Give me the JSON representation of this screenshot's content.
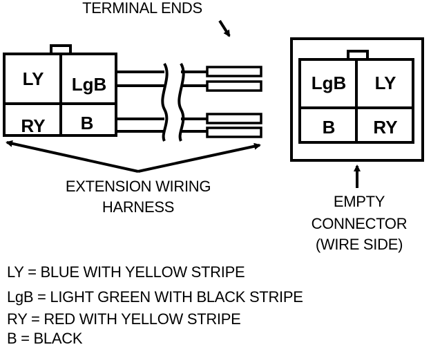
{
  "labels": {
    "terminal_ends": "TERMINAL ENDS",
    "extension_harness": [
      "EXTENSION WIRING",
      "HARNESS"
    ],
    "empty_connector": [
      "EMPTY",
      "CONNECTOR",
      "(WIRE SIDE)"
    ]
  },
  "harness_connector": {
    "cells": [
      "LY",
      "LgB",
      "RY",
      "B"
    ]
  },
  "empty_connector": {
    "cells": [
      "LgB",
      "LY",
      "B",
      "RY"
    ]
  },
  "legend": [
    "LY = BLUE WITH YELLOW STRIPE",
    "LgB = LIGHT GREEN WITH BLACK STRIPE",
    "RY = RED WITH YELLOW STRIPE",
    "B = BLACK"
  ]
}
